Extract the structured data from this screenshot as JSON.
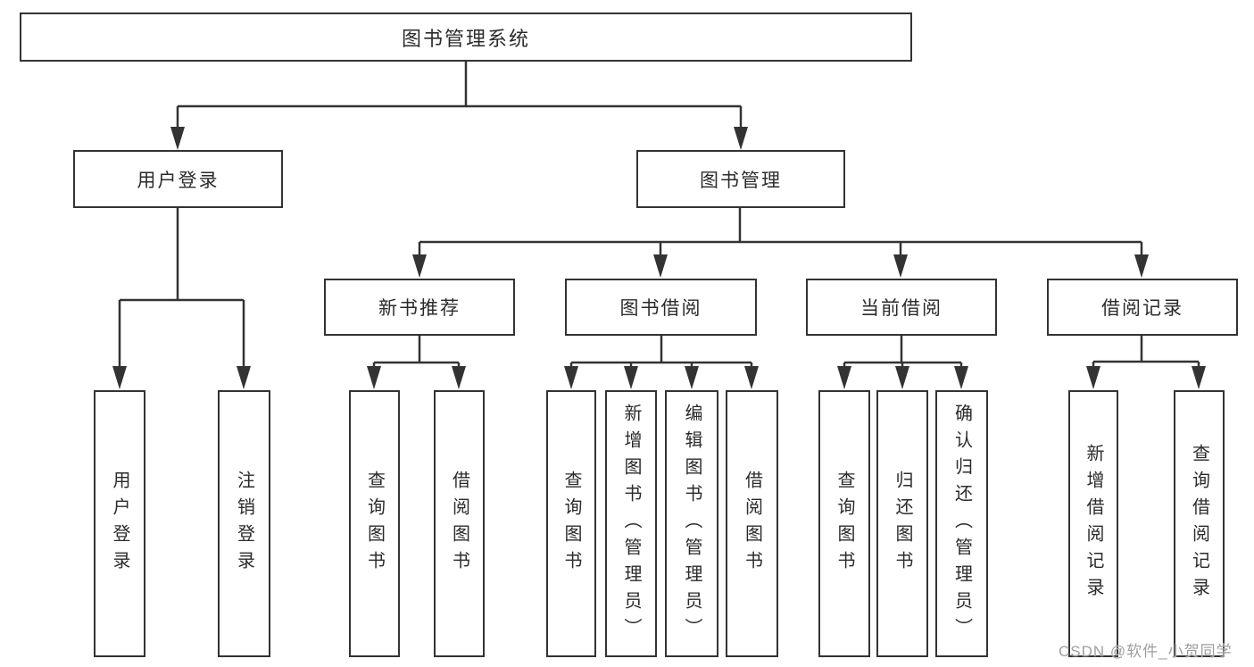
{
  "diagram_title": "图书管理系统",
  "colors": {
    "line": "#333333",
    "border": "#333333",
    "text": "#2b2b2b",
    "watermark": "#9e9e9e",
    "background": "#ffffff"
  },
  "nodes": {
    "root": {
      "label": "图书管理系统"
    },
    "user_login_group": {
      "label": "用户登录"
    },
    "book_management": {
      "label": "图书管理"
    },
    "new_book_recommend": {
      "label": "新书推荐"
    },
    "book_borrow": {
      "label": "图书借阅"
    },
    "current_borrow": {
      "label": "当前借阅"
    },
    "borrow_record": {
      "label": "借阅记录"
    },
    "leaf_user_login": {
      "label": "用户登录"
    },
    "leaf_logout": {
      "label": "注销登录"
    },
    "leaf_nbr_query_book": {
      "label": "查询图书"
    },
    "leaf_nbr_borrow_book": {
      "label": "借阅图书"
    },
    "leaf_bb_query_book": {
      "label": "查询图书"
    },
    "leaf_bb_add_book": {
      "label": "新增图书（管理员）"
    },
    "leaf_bb_edit_book": {
      "label": "编辑图书（管理员）"
    },
    "leaf_bb_borrow_book": {
      "label": "借阅图书"
    },
    "leaf_cb_query_book": {
      "label": "查询图书"
    },
    "leaf_cb_return_book": {
      "label": "归还图书"
    },
    "leaf_cb_confirm_return": {
      "label": "确认归还（管理员）"
    },
    "leaf_br_add_record": {
      "label": "新增借阅记录"
    },
    "leaf_br_query_record": {
      "label": "查询借阅记录"
    }
  },
  "watermark": "CSDN @软件_小贺同学"
}
